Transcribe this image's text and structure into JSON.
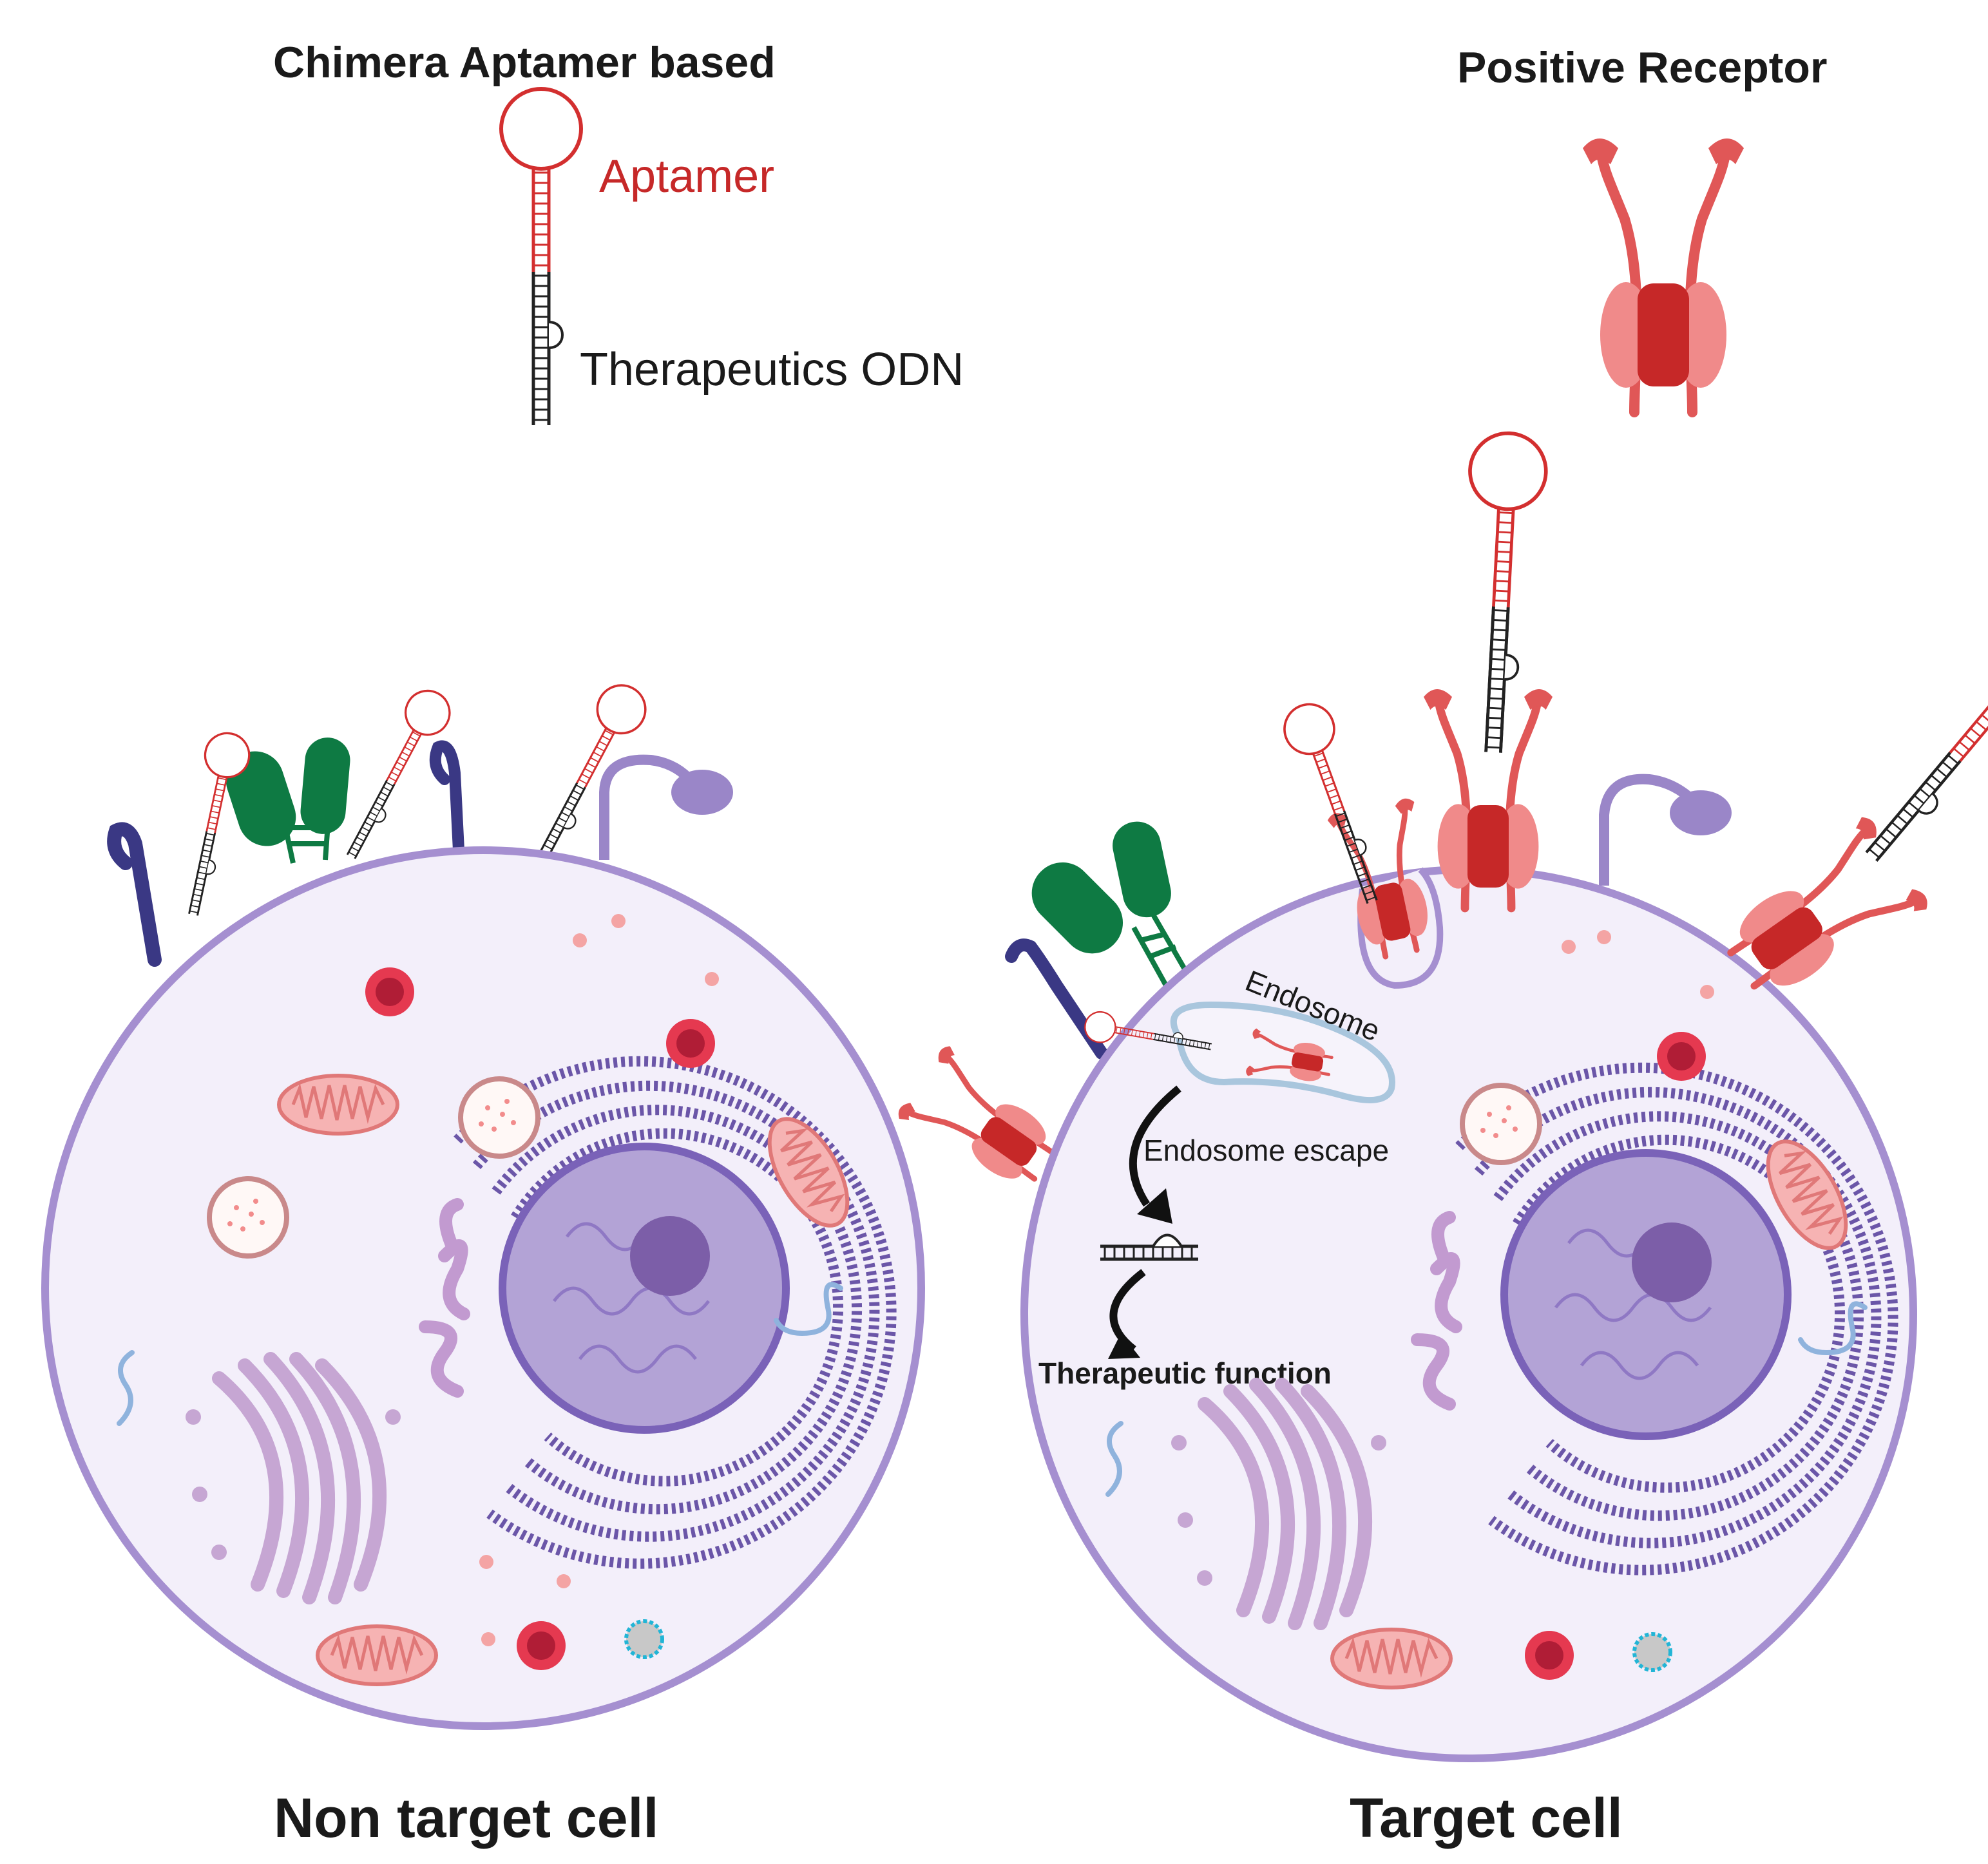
{
  "legend": {
    "aptamer_heading": "Chimera Aptamer based",
    "aptamer_label": "Aptamer",
    "odn_label": "Therapeutics ODN",
    "receptor_heading": "Positive Receptor"
  },
  "cells": {
    "left_caption": "Non target cell",
    "right_caption": "Target cell"
  },
  "process": {
    "endosome": "Endosome",
    "escape": "Endosome escape",
    "function": "Therapeutic function"
  },
  "colors": {
    "aptamer_red": "#d32f2f",
    "receptor_red": "#e57373",
    "receptor_dark": "#c62828",
    "membrane": "#a58fd0",
    "cytoplasm": "#f3effa",
    "nucleus": "#b3a3d6",
    "er_purple": "#6b56a8",
    "golgi": "#c6a6d3",
    "green_receptor": "#0e7a43",
    "navy_receptor": "#3a3884",
    "lavender_receptor": "#9a86c8",
    "endosome_blue": "#a9c6dd"
  }
}
